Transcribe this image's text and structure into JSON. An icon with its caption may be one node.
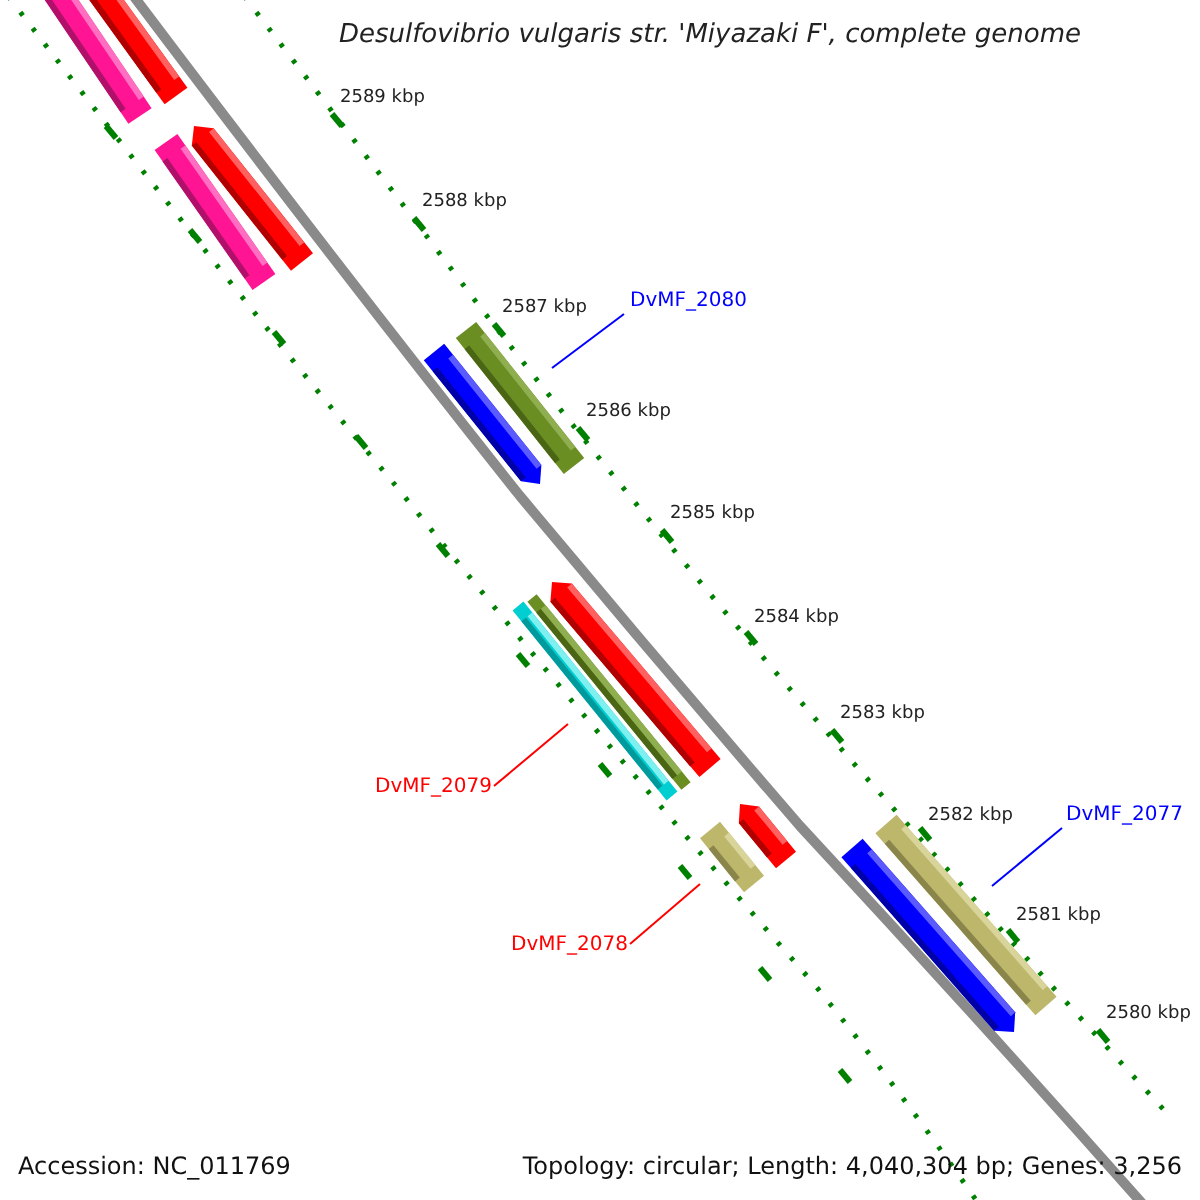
{
  "diagram": {
    "title": "Desulfovibrio vulgaris str. 'Miyazaki F', complete genome",
    "nodes": [
      {
        "text": [
          "DvMF_2080"
        ]
      },
      {
        "text": [],
        "shape": "bar"
      },
      {
        "text": [
          "DvMF_2079"
        ]
      },
      {
        "text": [],
        "shape": "bar"
      },
      {
        "text": [
          "DvMF_2078"
        ]
      },
      {
        "text": [],
        "shape": "bar"
      },
      {
        "text": [
          "DvMF_2077"
        ]
      },
      {
        "text": [],
        "shape": "bar"
      }
    ],
    "edges": [
      {
        "from": 0,
        "to": 1,
        "arrow": "none",
        "color": "#0000ff"
      },
      {
        "from": 2,
        "to": 3,
        "arrow": "none",
        "color": "#ff0000"
      },
      {
        "from": 4,
        "to": 5,
        "arrow": "none",
        "color": "#ff0000"
      },
      {
        "from": 6,
        "to": 7,
        "arrow": "none",
        "color": "#0000ff"
      }
    ],
    "labels": [
      "2589 kbp",
      "2588 kbp",
      "2587 kbp",
      "2586 kbp",
      "2585 kbp",
      "2584 kbp",
      "2583 kbp",
      "2582 kbp",
      "2581 kbp",
      "2580 kbp",
      "Accession: NC_011769",
      "Topology: circular; Length: 4,040,304 bp; Genes: 3,256"
    ]
  }
}
